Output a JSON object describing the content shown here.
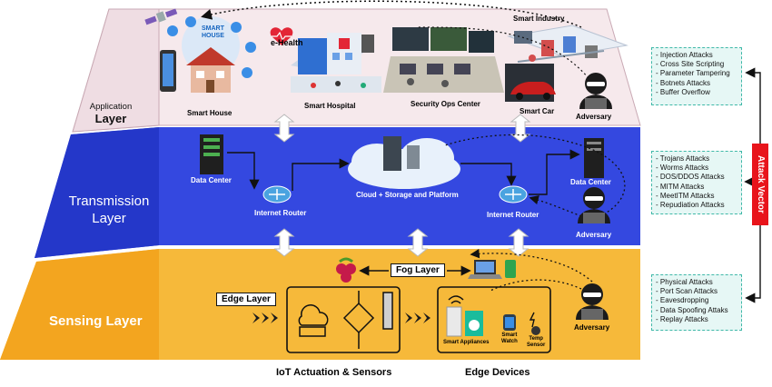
{
  "layers": {
    "application": "Application Layer",
    "application_line1": "Application",
    "application_line2": "Layer",
    "transmission_line1": "Transmission",
    "transmission_line2": "Layer",
    "sensing": "Sensing Layer"
  },
  "application": {
    "smart_house_badge_line1": "SMART",
    "smart_house_badge_line2": "HOUSE",
    "smart_house": "Smart House",
    "ehealth": "e-Health",
    "smart_hospital": "Smart Hospital",
    "security_ops": "Security Ops Center",
    "smart_car": "Smart Car",
    "smart_industry": "Smart Industry",
    "adversary": "Adversary"
  },
  "transmission": {
    "data_center_left": "Data Center",
    "router_left": "Internet Router",
    "cloud": "Cloud + Storage and Platform",
    "router_right": "Internet Router",
    "data_center_right": "Data Center",
    "adversary": "Adversary"
  },
  "sensing": {
    "fog_layer": "Fog Layer",
    "edge_layer": "Edge Layer",
    "smart_appliances": "Smart Appliances",
    "smart_watch_line1": "Smart",
    "smart_watch_line2": "Watch",
    "temp_sensor_line1": "Temp",
    "temp_sensor_line2": "Sensor",
    "adversary": "Adversary",
    "iot_caption": "IoT  Actuation & Sensors",
    "edge_caption": "Edge Devices"
  },
  "attacks": {
    "application": [
      "Injection Attacks",
      "Cross Site Scripting",
      "Parameter Tampering",
      "Botnets Attacks",
      "Buffer Overflow"
    ],
    "transmission": [
      "Trojans Attacks",
      "Worms Attacks",
      "DOS/DDOS Attacks",
      "MITM Attacks",
      "MeetITM Attacks",
      "Repudiation Attacks"
    ],
    "sensing": [
      "Physical Attacks",
      "Port Scan Attacks",
      "Eavesdropping",
      "Data Spoofing Attaks",
      "Replay Attacks"
    ],
    "vector_label": "Attack Vector"
  },
  "colors": {
    "application_band": "#f6e9ec",
    "transmission_band": "#3448e0",
    "sensing_band": "#f6b93a",
    "attack_box_bg": "#e6f7f5",
    "attack_box_border": "#3fb8a8",
    "vector": "#e8141b"
  },
  "icons": [
    "satellite-icon",
    "heart-icon",
    "laptop-icon",
    "raspberry-pi-icon",
    "wifi-icon",
    "server-icon",
    "router-icon",
    "cloud-icon",
    "hacker-icon"
  ]
}
